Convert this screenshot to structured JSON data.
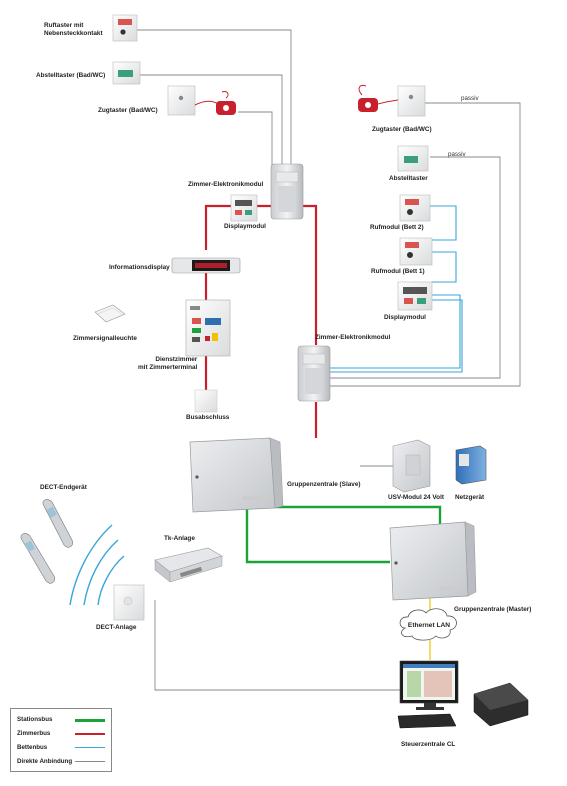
{
  "colors": {
    "stationsbus": "#1aa33a",
    "zimmerbus": "#c8202c",
    "bettenbus": "#3aa6d8",
    "direkt": "#8a8a8a",
    "ethernet": "#f2c200"
  },
  "labels": {
    "ruftaster": "Ruftaster mit\nNebensteckkontakt",
    "abstelltaster_left": "Abstelltaster (Bad/WC)",
    "zugtaster_left": "Zugtaster (Bad/WC)",
    "zimmer_elektronikmodul_top": "Zimmer-Elektronikmodul",
    "displaymodul_left": "Displaymodul",
    "informationsdisplay": "Informationsdisplay",
    "zimmersignalleuchte": "Zimmersignalleuchte",
    "dienstzimmer": "Dienstzimmer\nmit Zimmerterminal",
    "busabschluss": "Busabschluss",
    "zugtaster_right": "Zugtaster (Bad/WC)",
    "abstelltaster_right": "Abstelltaster",
    "rufmodul_bett2": "Rufmodul (Bett 2)",
    "rufmodul_bett1": "Rufmodul (Bett 1)",
    "displaymodul_right": "Displaymodul",
    "zimmer_elektronikmodul_mid": "Zimmer-Elektronikmodul",
    "gruppenzentrale_slave": "Gruppenzentrale (Slave)",
    "usv_modul": "USV-Modul 24 Volt",
    "netzgeraet": "Netzgerät",
    "dect_endgeraet": "DECT-Endgerät",
    "tk_anlage": "Tk-Anlage",
    "dect_anlage": "DECT-Anlage",
    "gruppenzentrale_master": "Gruppenzentrale (Master)",
    "ethernet_lan": "Ethernet LAN",
    "steuerzentrale": "Steuerzentrale CL",
    "passiv_1": "passiv",
    "passiv_2": "passiv"
  },
  "legend": [
    {
      "label": "Stationsbus",
      "color": "#1aa33a"
    },
    {
      "label": "Zimmerbus",
      "color": "#c8202c"
    },
    {
      "label": "Bettenbus",
      "color": "#3aa6d8"
    },
    {
      "label": "Direkte Anbindung",
      "color": "#8a8a8a"
    }
  ]
}
